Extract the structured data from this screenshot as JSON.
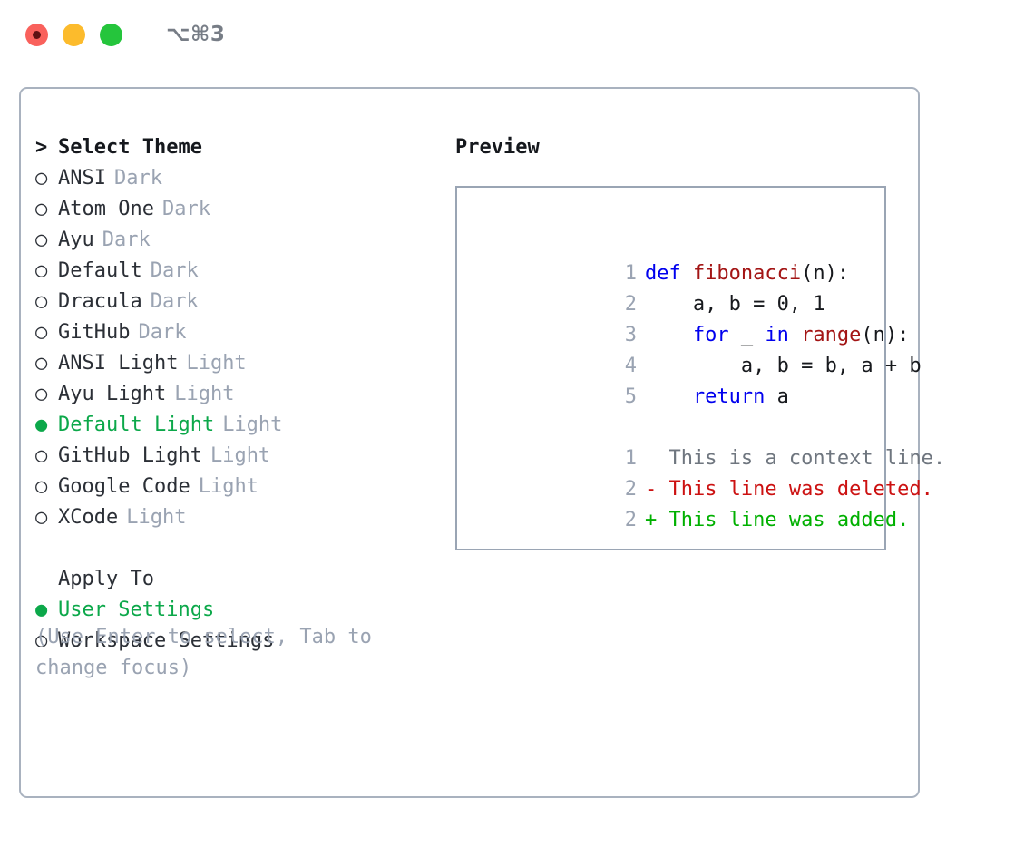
{
  "window": {
    "shortcut": "⌥⌘3",
    "traffic_lights": [
      {
        "name": "close",
        "color": "#f9615c"
      },
      {
        "name": "minimize",
        "color": "#fcbb2c"
      },
      {
        "name": "zoom",
        "color": "#25c53c"
      }
    ]
  },
  "colors": {
    "accent_green": "#0ca84a",
    "muted": "#9aa3b2",
    "text": "#2b2f36",
    "border": "#a9b2bf",
    "keyword": "#0000ee",
    "function": "#a31515",
    "diff_delete": "#cc1111",
    "diff_add": "#00b000"
  },
  "chooser": {
    "header_marker": ">",
    "header_label": "Select Theme",
    "marker_unselected": "○",
    "marker_selected": "●",
    "items": [
      {
        "label": "ANSI",
        "tag": "Dark",
        "selected": false
      },
      {
        "label": "Atom One",
        "tag": "Dark",
        "selected": false
      },
      {
        "label": "Ayu",
        "tag": "Dark",
        "selected": false
      },
      {
        "label": "Default",
        "tag": "Dark",
        "selected": false
      },
      {
        "label": "Dracula",
        "tag": "Dark",
        "selected": false
      },
      {
        "label": "GitHub",
        "tag": "Dark",
        "selected": false
      },
      {
        "label": "ANSI Light",
        "tag": "Light",
        "selected": false
      },
      {
        "label": "Ayu Light",
        "tag": "Light",
        "selected": false
      },
      {
        "label": "Default Light",
        "tag": "Light",
        "selected": true
      },
      {
        "label": "GitHub Light",
        "tag": "Light",
        "selected": false
      },
      {
        "label": "Google Code",
        "tag": "Light",
        "selected": false
      },
      {
        "label": "XCode",
        "tag": "Light",
        "selected": false
      }
    ]
  },
  "apply_to": {
    "title": "Apply To",
    "options": [
      {
        "label": "User Settings",
        "selected": true
      },
      {
        "label": "Workspace Settings",
        "selected": false
      }
    ]
  },
  "hint": "(Use Enter to select, Tab to change focus)",
  "preview": {
    "title": "Preview",
    "code_lines": [
      {
        "number": "1",
        "tokens": [
          {
            "text": "def ",
            "kind": "kw"
          },
          {
            "text": "fibonacci",
            "kind": "fn"
          },
          {
            "text": "(n):",
            "kind": "plain"
          }
        ]
      },
      {
        "number": "2",
        "tokens": [
          {
            "text": "    a, b = 0, 1",
            "kind": "plain"
          }
        ]
      },
      {
        "number": "3",
        "tokens": [
          {
            "text": "    ",
            "kind": "plain"
          },
          {
            "text": "for",
            "kind": "kw"
          },
          {
            "text": " _ ",
            "kind": "plain"
          },
          {
            "text": "in",
            "kind": "kw"
          },
          {
            "text": " ",
            "kind": "plain"
          },
          {
            "text": "range",
            "kind": "fn"
          },
          {
            "text": "(n):",
            "kind": "plain"
          }
        ]
      },
      {
        "number": "4",
        "tokens": [
          {
            "text": "        a, b = b, a + b",
            "kind": "plain"
          }
        ]
      },
      {
        "number": "5",
        "tokens": [
          {
            "text": "    ",
            "kind": "plain"
          },
          {
            "text": "return",
            "kind": "kw"
          },
          {
            "text": " a",
            "kind": "plain"
          }
        ]
      }
    ],
    "diff_lines": [
      {
        "number": "1",
        "marker": " ",
        "text": "This is a context line.",
        "kind": "ctx"
      },
      {
        "number": "2",
        "marker": "-",
        "text": "This line was deleted.",
        "kind": "del"
      },
      {
        "number": "2",
        "marker": "+",
        "text": "This line was added.",
        "kind": "add"
      }
    ]
  }
}
